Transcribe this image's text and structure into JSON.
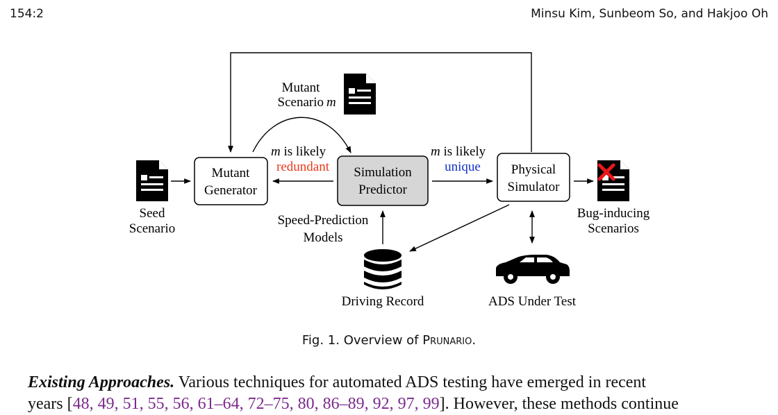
{
  "header": {
    "page_number": "154:2",
    "authors": "Minsu Kim, Sunbeom So, and Hakjoo Oh"
  },
  "figure": {
    "nodes": {
      "mutant_generator": [
        "Mutant",
        "Generator"
      ],
      "simulation_predictor": [
        "Simulation",
        "Predictor"
      ],
      "physical_simulator": [
        "Physical",
        "Simulator"
      ]
    },
    "labels": {
      "mutant_scenario": "Mutant",
      "mutant_scenario_line2": "Scenario",
      "mutant_var": "m",
      "likely_redundant_var": "m",
      "likely_redundant_text": " is likely",
      "redundant": "redundant",
      "likely_unique_var": "m",
      "likely_unique_text": " is likely",
      "unique": "unique",
      "seed_scenario": [
        "Seed",
        "Scenario"
      ],
      "speed_prediction": [
        "Speed-Prediction",
        "Models"
      ],
      "driving_record": "Driving Record",
      "ads_under_test": "ADS Under Test",
      "bug_inducing": [
        "Bug-inducing",
        "Scenarios"
      ]
    },
    "colors": {
      "redundant": "#e8391a",
      "unique": "#1530c8",
      "predictor_fill": "#d6d6d6",
      "bug_cross": "#e8191a"
    },
    "icons": [
      "document-icon",
      "database-icon",
      "car-icon",
      "bug-document-icon"
    ]
  },
  "caption": {
    "prefix": "Fig. 1.  Overview of ",
    "name": "Prunario",
    "suffix": "."
  },
  "paragraph": {
    "lead": "Existing Approaches.",
    "text": " Various techniques for automated ADS testing have emerged in recent",
    "line2_start": "years [",
    "citations": "48, 49, 51, 55, 56, 61–64, 72–75, 80, 86–89, 92, 97, 99",
    "line2_end": "]. However, these methods continue"
  }
}
